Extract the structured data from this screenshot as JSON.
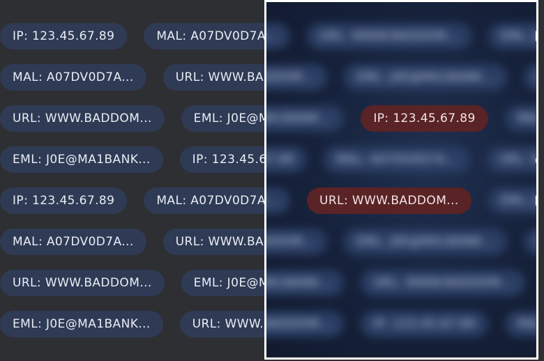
{
  "rows": [
    {
      "pills": [
        {
          "label": "IP: 123.45.67.89"
        },
        {
          "label": "MAL: A07DV0D7A..."
        },
        {
          "label": "URL: WWW.BADDOM..."
        },
        {
          "label": "EML: J0E@MA1BANK..."
        }
      ]
    },
    {
      "pills": [
        {
          "label": "MAL: A07DV0D7A..."
        },
        {
          "label": "URL: WWW.BADDOM..."
        },
        {
          "label": "EML: J0E@MA1BANK..."
        },
        {
          "label": "IP: 123.45.67.89"
        }
      ]
    },
    {
      "pills": [
        {
          "label": "URL: WWW.BADDOM..."
        },
        {
          "label": "EML: J0E@MA1BANK..."
        },
        {
          "label": "IP: 123.45.67.89",
          "alert": true
        },
        {
          "label": "MAL: A07DV0D7A..."
        }
      ]
    },
    {
      "pills": [
        {
          "label": "EML: J0E@MA1BANK..."
        },
        {
          "label": "IP: 123.45.67.89"
        },
        {
          "label": "MAL: A07DV0D7A..."
        },
        {
          "label": "URL: WWW.BADDOM..."
        }
      ]
    },
    {
      "pills": [
        {
          "label": "IP: 123.45.67.89"
        },
        {
          "label": "MAL: A07DV0D7A..."
        },
        {
          "label": "URL: WWW.BADDOM...",
          "alert": true
        },
        {
          "label": "EML: J0E@MA1BANK..."
        }
      ]
    },
    {
      "pills": [
        {
          "label": "MAL: A07DV0D7A..."
        },
        {
          "label": "URL: WWW.BADDOM..."
        },
        {
          "label": "EML: J0E@MA1BANK..."
        },
        {
          "label": "IP: 123.45.67.89"
        }
      ]
    },
    {
      "pills": [
        {
          "label": "URL: WWW.BADDOM..."
        },
        {
          "label": "EML: J0E@MA1BANK..."
        },
        {
          "label": "URL: WWW.BADDOM..."
        },
        {
          "label": "MAL: A07DV0D7A..."
        }
      ]
    },
    {
      "pills": [
        {
          "label": "EML: J0E@MA1BANK..."
        },
        {
          "label": "URL: WWW.BADDOM..."
        },
        {
          "label": "IP: 123.45.67.89"
        },
        {
          "label": "MAL: A07DV0D7A..."
        }
      ]
    }
  ],
  "colors": {
    "background": "#2e2f33",
    "pill": "#2f3b55",
    "alert_pill": "#5a2326",
    "lens_border": "#ffffff"
  }
}
